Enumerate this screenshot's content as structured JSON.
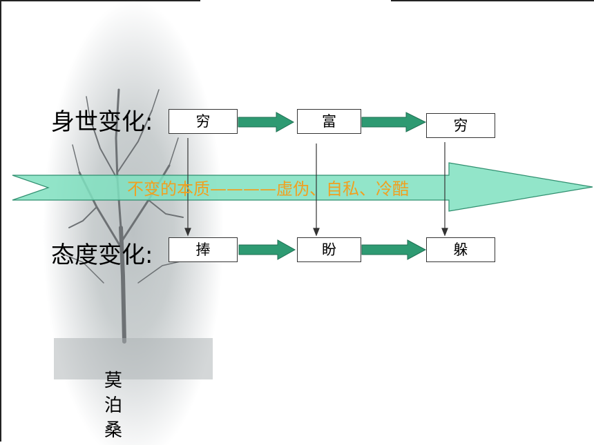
{
  "rows": {
    "fortune": {
      "label": "身世变化:",
      "boxes": [
        "穷",
        "富",
        "穷"
      ]
    },
    "attitude": {
      "label": "态度变化:",
      "boxes": [
        "捧",
        "盼",
        "躲"
      ]
    }
  },
  "band_text": "不变的本质————虚伪、自私、冷酷",
  "caption": [
    "莫",
    "泊",
    "桑"
  ],
  "colors": {
    "arrow_fill": "#2e9a72",
    "band_fill": "#7fe0c0",
    "band_text": "#f0a020"
  }
}
